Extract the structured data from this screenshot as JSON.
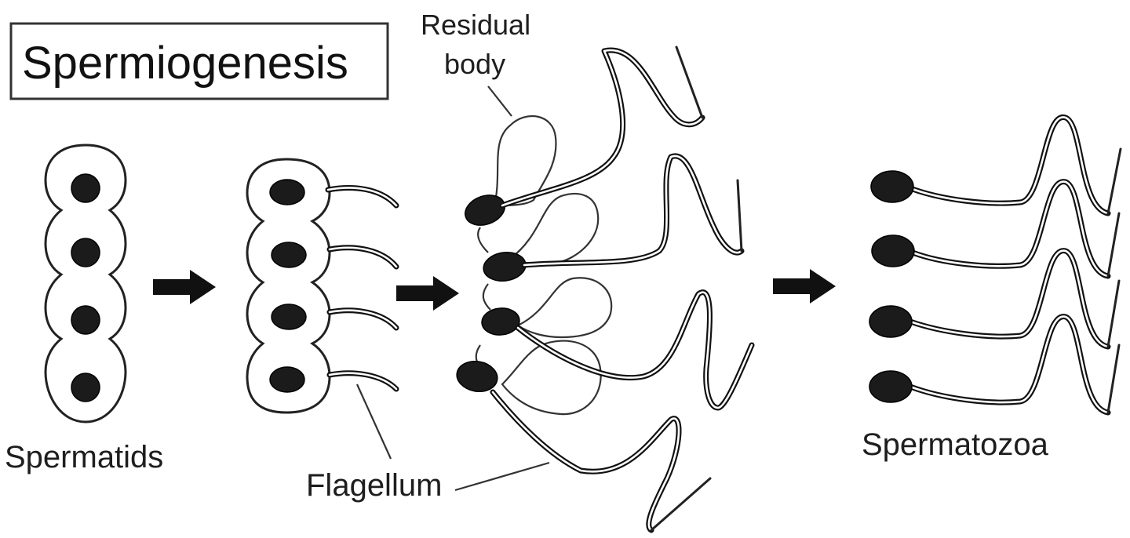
{
  "title": "Spermiogenesis",
  "labels": {
    "spermatids": "Spermatids",
    "flagellum": "Flagellum",
    "residual_body_line1": "Residual",
    "residual_body_line2": "body",
    "spermatozoa": "Spermatozoa"
  },
  "stages": [
    "spermatids",
    "developing-spermatids",
    "spermatids-with-residual-bodies",
    "spermatozoa"
  ],
  "colors": {
    "ink": "#111111",
    "background": "#ffffff"
  }
}
